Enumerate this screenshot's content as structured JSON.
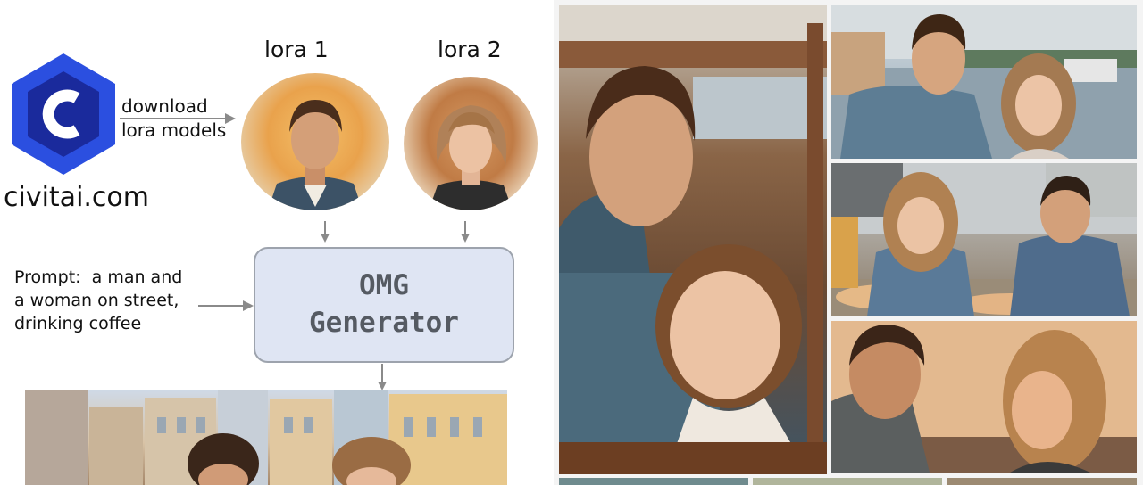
{
  "source": {
    "site": "civitai.com",
    "action_line1": "download",
    "action_line2": "lora models"
  },
  "loras": [
    {
      "label": "lora 1"
    },
    {
      "label": "lora 2"
    }
  ],
  "prompt": {
    "line1": "Prompt:  a man and",
    "line2": "a woman on street,",
    "line3": "drinking coffee"
  },
  "generator": {
    "line1": "OMG",
    "line2": "Generator"
  },
  "colors": {
    "logo_blue": "#2b4fe0",
    "logo_dark": "#1a2a9c",
    "generator_fill": "#dfe5f3",
    "generator_border": "#9da3ad",
    "generator_text": "#555a62",
    "arrow": "#8a8a8a"
  }
}
